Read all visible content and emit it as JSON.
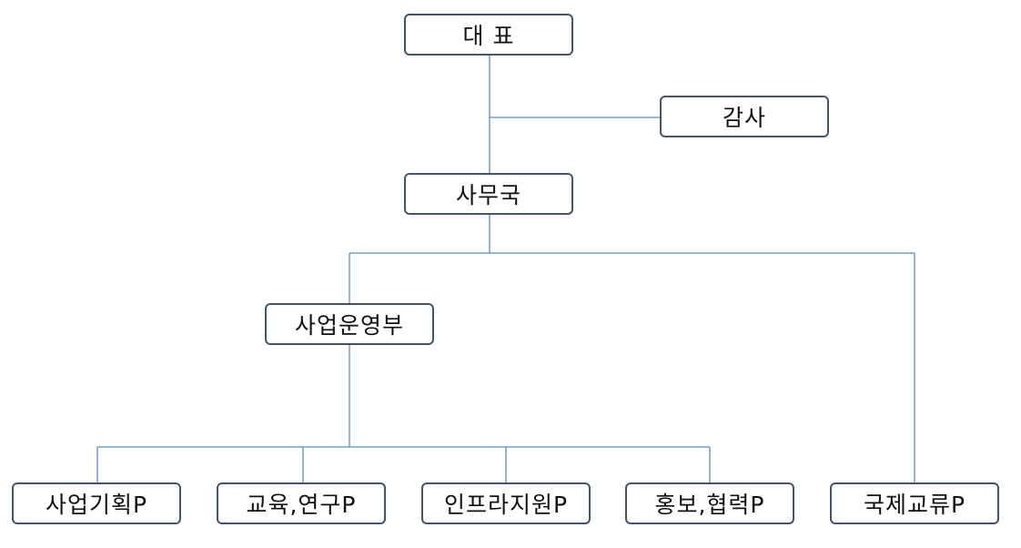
{
  "nodes": {
    "ceo": "대 표",
    "audit": "감사",
    "secretariat": "사무국",
    "operations": "사업운영부",
    "planning": "사업기획P",
    "education": "교육,연구P",
    "infra": "인프라지원P",
    "pr": "홍보,협력P",
    "international": "국제교류P"
  },
  "colors": {
    "box_border": "#44546a",
    "line": "#5b8db8"
  }
}
